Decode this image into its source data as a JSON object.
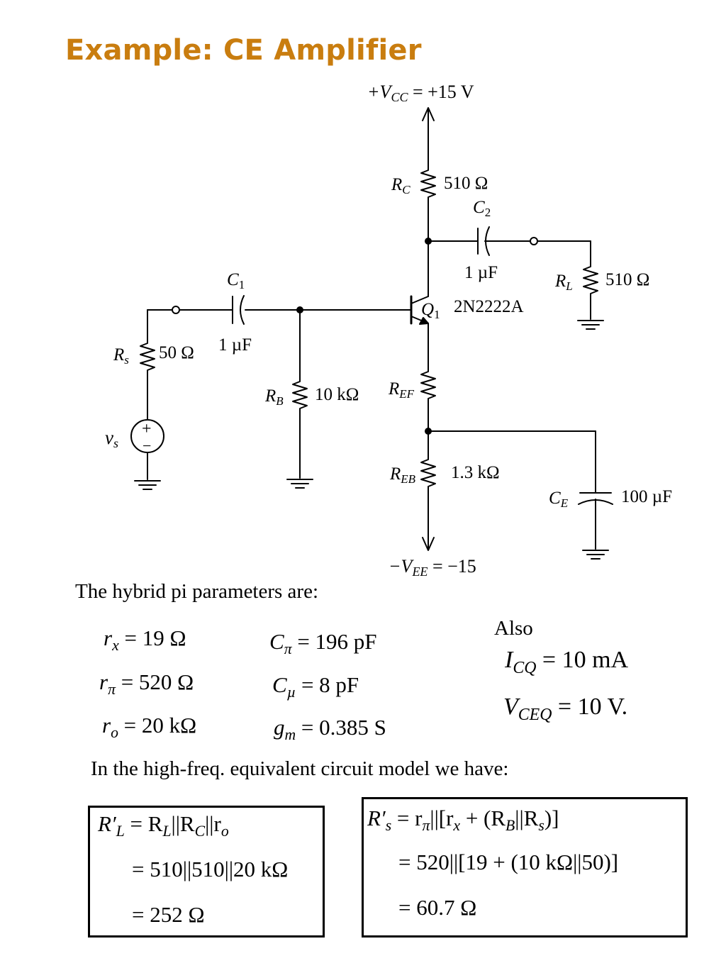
{
  "title": "Example: CE Amplifier",
  "circuit": {
    "vcc": {
      "label_prefix": "+V",
      "label_sub": "CC",
      "label_value": " = +15 V"
    },
    "vee": {
      "label_prefix": "−V",
      "label_sub": "EE",
      "label_value": " = −15"
    },
    "rc": {
      "name": "R",
      "sub": "C",
      "value": "510 Ω"
    },
    "c2": {
      "name": "C",
      "sub": "2",
      "value": "1 µF"
    },
    "rl": {
      "name": "R",
      "sub": "L",
      "value": "510 Ω"
    },
    "c1": {
      "name": "C",
      "sub": "1",
      "value": "1 µF"
    },
    "q1": {
      "name": "Q",
      "sub": "1",
      "part": "2N2222A"
    },
    "rs": {
      "name": "R",
      "sub": "s",
      "value": "50 Ω"
    },
    "rb": {
      "name": "R",
      "sub": "B",
      "value": "10 kΩ"
    },
    "ref": {
      "name": "R",
      "sub": "EF"
    },
    "reb": {
      "name": "R",
      "sub": "EB",
      "value": "1.3 kΩ"
    },
    "ce": {
      "name": "C",
      "sub": "E",
      "value": "100 µF"
    },
    "vs": {
      "name": "v",
      "sub": "s",
      "plus": "+",
      "minus": "−"
    }
  },
  "hybrid_caption": "The hybrid pi parameters are:",
  "params": {
    "rx": {
      "sym": "r",
      "sub": "x",
      "value": " = 19 Ω"
    },
    "rpi": {
      "sym": "r",
      "sub": "π",
      "value": " = 520 Ω"
    },
    "ro": {
      "sym": "r",
      "sub": "o",
      "value": " = 20 kΩ"
    },
    "cpi": {
      "sym": "C",
      "sub": "π",
      "value": " = 196 pF"
    },
    "cmu": {
      "sym": "C",
      "sub": "µ",
      "value": " = 8 pF"
    },
    "gm": {
      "sym": "g",
      "sub": "m",
      "value": " = 0.385 S"
    }
  },
  "also": {
    "label": "Also",
    "icq": {
      "sym": "I",
      "sub": "CQ",
      "value": " = 10 mA"
    },
    "vceq": {
      "sym": "V",
      "sub": "CEQ",
      "value": " = 10 V."
    }
  },
  "model_caption": "In the high-freq. equivalent circuit model we have:",
  "box_left": {
    "line1": {
      "lhs": "R′",
      "lhs_sub": "L",
      "eq": " = R",
      "s1": "L",
      "mid": "||R",
      "s2": "C",
      "end": "||r",
      "s3": "o"
    },
    "line2": "= 510||510||20 kΩ",
    "line3": "= 252 Ω"
  },
  "box_right": {
    "line1": {
      "lhs": "R′",
      "lhs_sub": "s",
      "eq": " = r",
      "s1": "π",
      "mid": "||[r",
      "s2": "x",
      "mid2": " + (R",
      "s3": "B",
      "mid3": "||R",
      "s4": "s",
      "end": ")]"
    },
    "line2": "= 520||[19 + (10 kΩ||50)]",
    "line3": "= 60.7 Ω"
  }
}
